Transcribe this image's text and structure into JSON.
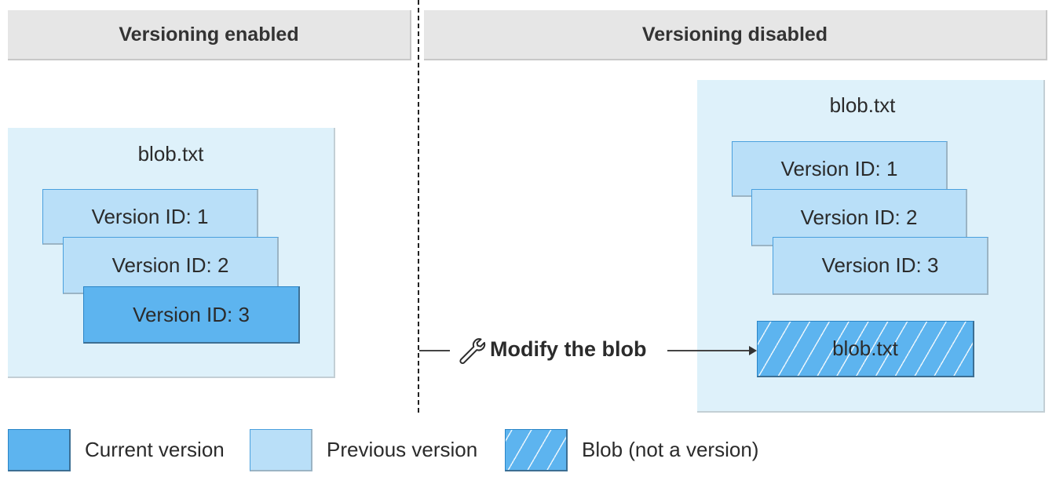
{
  "headers": {
    "left": "Versioning enabled",
    "right": "Versioning disabled"
  },
  "left_panel": {
    "title": "blob.txt",
    "versions": [
      {
        "label": "Version ID: 1",
        "state": "previous"
      },
      {
        "label": "Version ID: 2",
        "state": "previous"
      },
      {
        "label": "Version ID: 3",
        "state": "current"
      }
    ]
  },
  "right_panel": {
    "title": "blob.txt",
    "versions": [
      {
        "label": "Version ID: 1",
        "state": "previous"
      },
      {
        "label": "Version ID: 2",
        "state": "previous"
      },
      {
        "label": "Version ID: 3",
        "state": "previous"
      }
    ],
    "blob_label": "blob.txt"
  },
  "action": {
    "label": "Modify the blob",
    "icon": "wrench-icon"
  },
  "legend": [
    {
      "label": "Current version",
      "style": "current"
    },
    {
      "label": "Previous version",
      "style": "previous"
    },
    {
      "label": "Blob (not a version)",
      "style": "hatched"
    }
  ],
  "colors": {
    "current": "#5db4ef",
    "previous": "#b9dff8",
    "container": "#def1fa",
    "header": "#e6e6e6"
  }
}
